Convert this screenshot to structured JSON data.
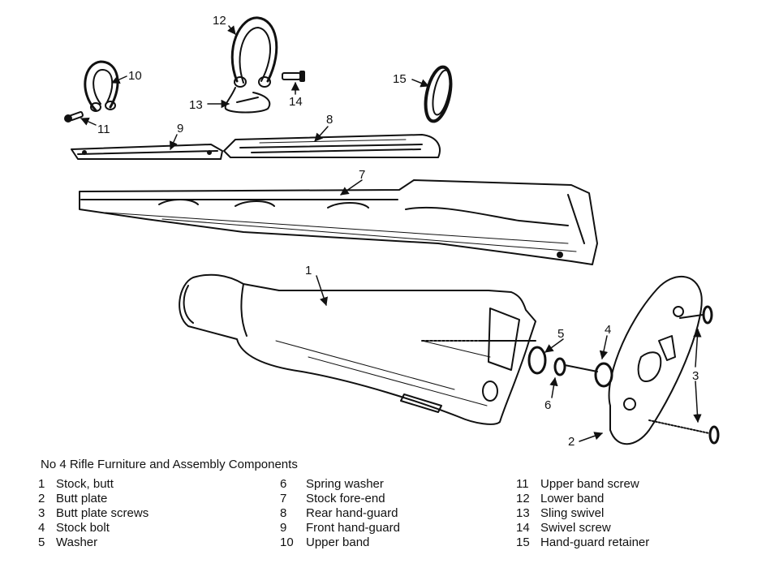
{
  "caption": "No 4 Rifle Furniture and Assembly Components",
  "callouts": [
    "1",
    "2",
    "3",
    "4",
    "5",
    "6",
    "7",
    "8",
    "9",
    "10",
    "11",
    "12",
    "13",
    "14",
    "15"
  ],
  "legend": {
    "col1": [
      {
        "num": "1",
        "label": "Stock, butt"
      },
      {
        "num": "2",
        "label": "Butt plate"
      },
      {
        "num": "3",
        "label": "Butt plate screws"
      },
      {
        "num": "4",
        "label": "Stock bolt"
      },
      {
        "num": "5",
        "label": "Washer"
      }
    ],
    "col2": [
      {
        "num": "6",
        "label": "Spring washer"
      },
      {
        "num": "7",
        "label": "Stock fore-end"
      },
      {
        "num": "8",
        "label": "Rear hand-guard"
      },
      {
        "num": "9",
        "label": "Front hand-guard"
      },
      {
        "num": "10",
        "label": "Upper band"
      }
    ],
    "col3": [
      {
        "num": "11",
        "label": "Upper band screw"
      },
      {
        "num": "12",
        "label": "Lower band"
      },
      {
        "num": "13",
        "label": "Sling swivel"
      },
      {
        "num": "14",
        "label": "Swivel screw"
      },
      {
        "num": "15",
        "label": "Hand-guard retainer"
      }
    ]
  }
}
